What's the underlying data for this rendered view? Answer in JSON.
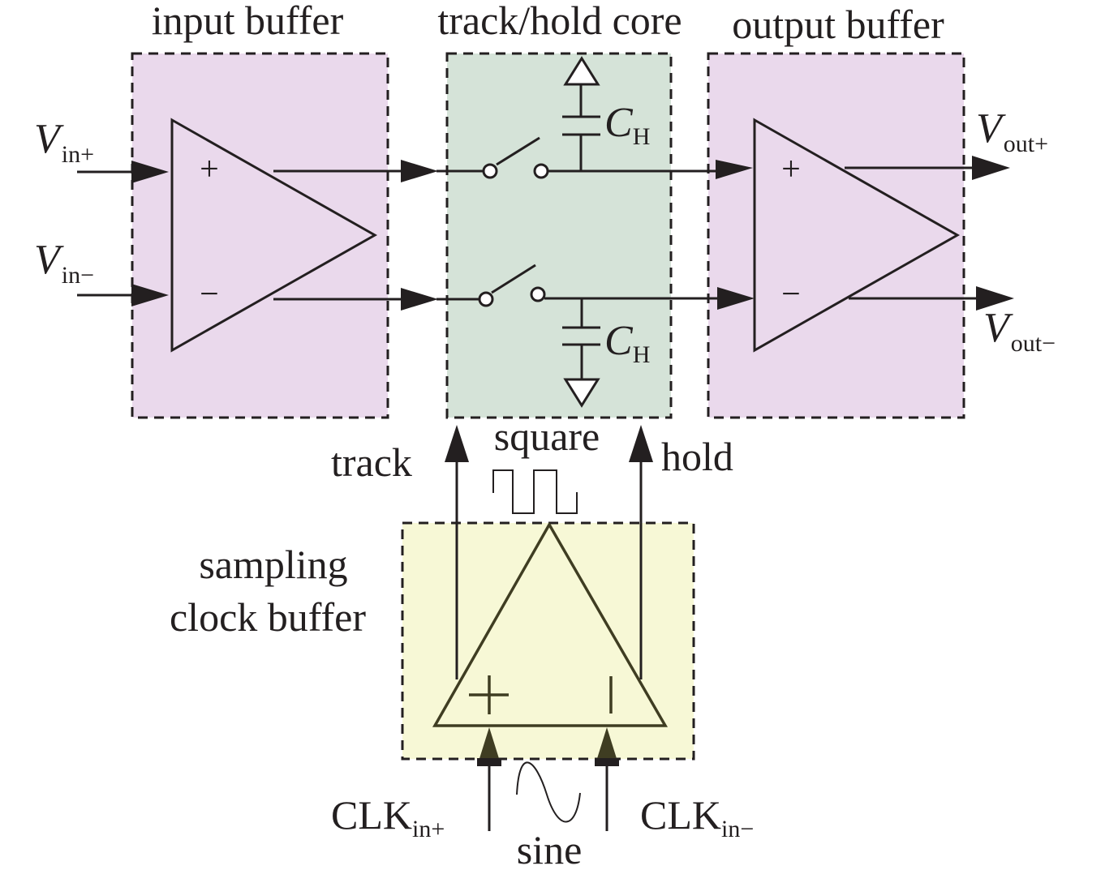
{
  "title": "Track-and-hold amplifier block diagram",
  "colors": {
    "buffer_fill": "#ead9ec",
    "core_fill": "#d5e3d8",
    "clock_fill": "#f7f8d6",
    "line": "#231f20",
    "clock_amp": "#3f3d22"
  },
  "blocks": {
    "input_buffer": {
      "label": "input buffer",
      "plus": "+",
      "minus": "−"
    },
    "core": {
      "label": "track/hold core",
      "cap_top": {
        "sym": "C",
        "sub": "H"
      },
      "cap_bot": {
        "sym": "C",
        "sub": "H"
      }
    },
    "output_buffer": {
      "label": "output buffer",
      "plus": "+",
      "minus": "−"
    },
    "clock_buffer": {
      "label_line1": "sampling",
      "label_line2": "clock buffer",
      "plus": "+",
      "minus": "|"
    }
  },
  "ports": {
    "vin_plus": {
      "sym": "V",
      "sub": "in+"
    },
    "vin_minus": {
      "sym": "V",
      "sub": "in−"
    },
    "vout_plus": {
      "sym": "V",
      "sub": "out+"
    },
    "vout_minus": {
      "sym": "V",
      "sub": "out−"
    },
    "clk_plus": {
      "sym": "CLK",
      "sub": "in+"
    },
    "clk_minus": {
      "sym": "CLK",
      "sub": "in−"
    }
  },
  "signals": {
    "track": "track",
    "hold": "hold",
    "square": "square",
    "sine": "sine"
  }
}
